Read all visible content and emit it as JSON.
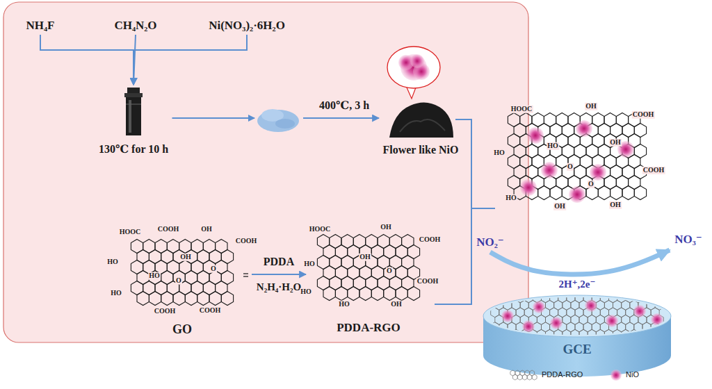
{
  "diagram": {
    "nodes": [
      {
        "text": [
          "NH₄F"
        ]
      },
      {
        "text": [
          "CH₄N₂O"
        ]
      },
      {
        "text": [
          "Ni(NO₃)₂·6H₂O"
        ]
      },
      {
        "text": [
          "130℃ for 10 h"
        ]
      },
      {
        "text": [
          "Flower like NiO"
        ]
      },
      {
        "text": [
          "GO"
        ]
      },
      {
        "text": [
          "PDDA-RGO"
        ]
      },
      {
        "text": [
          "NO₂⁻"
        ]
      },
      {
        "text": [
          "NO₃⁻"
        ]
      },
      {
        "text": [
          "GCE"
        ]
      }
    ],
    "edges": [
      {
        "from": 0,
        "to": 3,
        "arrow": "to"
      },
      {
        "from": 1,
        "to": 3,
        "arrow": "to"
      },
      {
        "from": 2,
        "to": 3,
        "arrow": "to"
      },
      {
        "from": 3,
        "to": 4,
        "label": "400℃, 3 h",
        "arrow": "to"
      },
      {
        "from": 5,
        "to": 6,
        "label": "PDDA",
        "arrow": "to"
      },
      {
        "from": 7,
        "to": 8,
        "label": "2H⁺,2e⁻",
        "arrow": "to"
      }
    ],
    "labels": [
      "N₂H₄·H₂O",
      "HOOC",
      "COOH",
      "OH",
      "COOH",
      "HO",
      "OH",
      "HO",
      "O",
      "O",
      "HO",
      "COOH",
      "COOH",
      "HOOC",
      "OH",
      "COOH",
      "HO",
      "OH",
      "O",
      "HO",
      "COOH",
      "HO",
      "OH",
      "HOOC",
      "OH",
      "COOH",
      "HO",
      "HO",
      "OH",
      "O",
      "COOH",
      "O",
      "HO",
      "OH",
      "OH"
    ],
    "legend": [
      {
        "text": "PDDA-RGO"
      },
      {
        "text": "NiO"
      }
    ]
  }
}
